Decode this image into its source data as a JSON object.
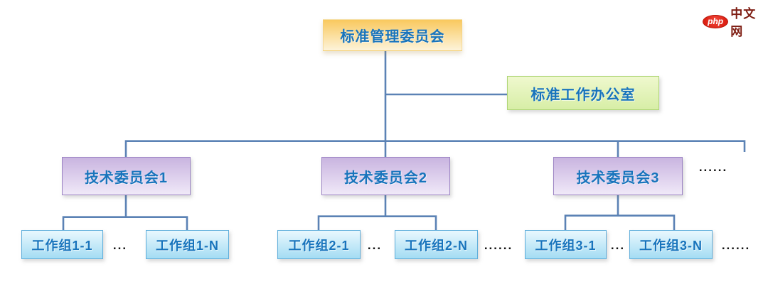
{
  "logo": {
    "badge": "php",
    "text": "中文网"
  },
  "org": {
    "root": {
      "label": "标准管理委员会"
    },
    "office": {
      "label": "标准工作办公室"
    },
    "committees": [
      {
        "label": "技术委员会1"
      },
      {
        "label": "技术委员会2"
      },
      {
        "label": "技术委员会3"
      }
    ],
    "committees_more": "......",
    "workgroup_rows": [
      {
        "first": "工作组1-1",
        "between": "...",
        "last": "工作组1-N"
      },
      {
        "first": "工作组2-1",
        "between": "...",
        "last": "工作组2-N",
        "more": "......"
      },
      {
        "first": "工作组3-1",
        "between": "...",
        "last": "工作组3-N",
        "more": "......"
      }
    ]
  },
  "colors": {
    "line": "#5B82B5",
    "box-text": "#1874BC",
    "root-top": "#F9C85E",
    "root-bottom": "#FDF3DA",
    "office-top": "#EFF8CE",
    "office-bottom": "#D7EEA6",
    "office-border": "#AFD677",
    "committee-top": "#C9B4E0",
    "committee-bottom": "#F0E9F8",
    "committee-border": "#9C84C4",
    "workgroup-top": "#E9F8FE",
    "workgroup-bottom": "#A4DCF3",
    "workgroup-border": "#5FAEDB",
    "ellipsis": "#111111",
    "logo-red": "#DD2114",
    "logo-text": "#7E1D12"
  }
}
